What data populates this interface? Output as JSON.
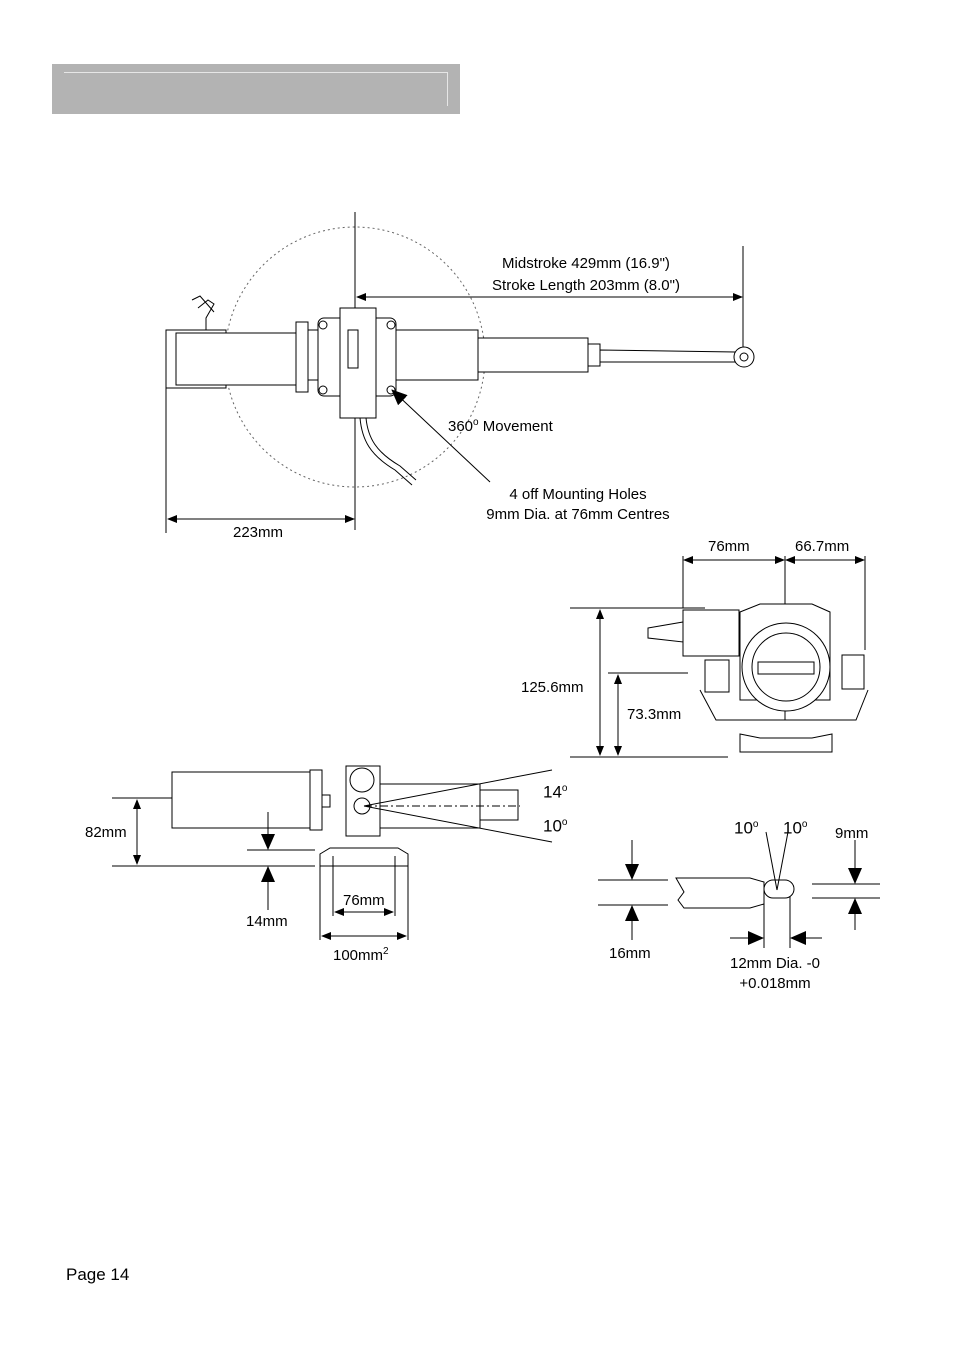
{
  "header": {
    "title": ""
  },
  "top_view": {
    "midstroke": "Midstroke 429mm (16.9\")",
    "stroke_length": "Stroke Length 203mm (8.0\")",
    "movement_value": "360",
    "movement_sup": "o",
    "movement_text": " Movement",
    "mounting_line1": "4 off Mounting Holes",
    "mounting_line2": "9mm Dia. at 76mm Centres",
    "dim_223": "223mm"
  },
  "end_view": {
    "dim_76": "76mm",
    "dim_66_7": "66.7mm",
    "dim_125_6": "125.6mm",
    "dim_73_3": "73.3mm"
  },
  "side_view": {
    "dim_82": "82mm",
    "dim_14": "14mm",
    "dim_76": "76mm",
    "dim_100": "100mm",
    "dim_100_sup": "2",
    "angle_14": "14",
    "angle_10": "10",
    "deg_symbol": "o"
  },
  "rod_end": {
    "angle_left": "10",
    "angle_right": "10",
    "deg_symbol": "o",
    "dim_9": "9mm",
    "dim_16": "16mm",
    "dia_line1": "12mm Dia. -0",
    "dia_line2": "+0.018mm"
  },
  "footer": {
    "page_label": "Page 14"
  }
}
